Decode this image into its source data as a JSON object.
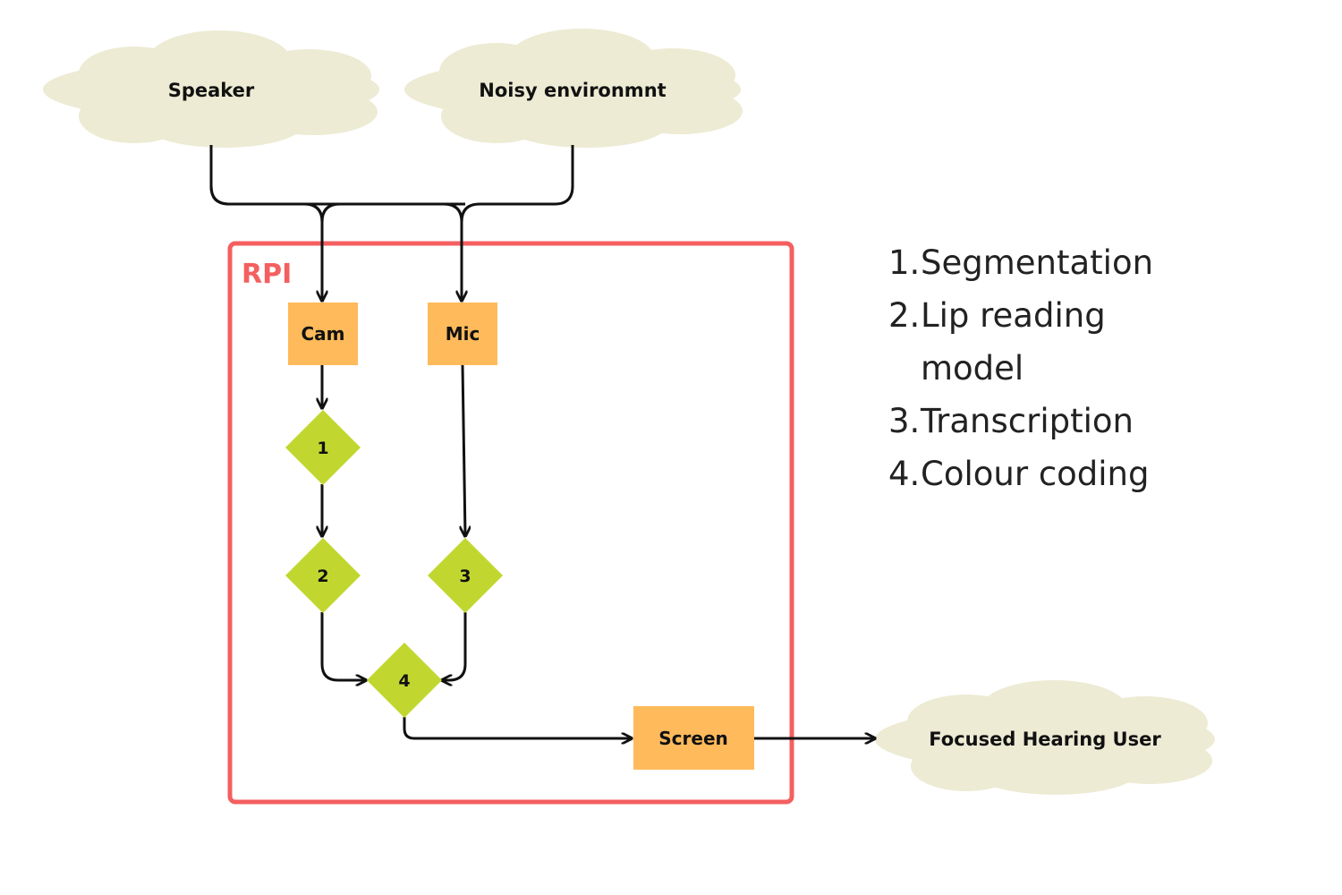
{
  "colors": {
    "cloud": "#edebd4",
    "box": "#feba5b",
    "diamond": "#c1d730",
    "rpi_border": "#f45f5f",
    "rpi_text": "#f45f5f",
    "arrow": "#111111"
  },
  "clouds": {
    "speaker": "Speaker",
    "noise": "Noisy environmnt",
    "user": "Focused Hearing User"
  },
  "rpi": {
    "label": "RPI"
  },
  "nodes": {
    "cam": "Cam",
    "mic": "Mic",
    "screen": "Screen"
  },
  "steps": [
    "1",
    "2",
    "3",
    "4"
  ],
  "legend": [
    {
      "num": "1.",
      "text": "Segmentation"
    },
    {
      "num": "2.",
      "text": "Lip reading model"
    },
    {
      "num": "3.",
      "text": "Transcription"
    },
    {
      "num": "4.",
      "text": "Colour coding"
    }
  ]
}
